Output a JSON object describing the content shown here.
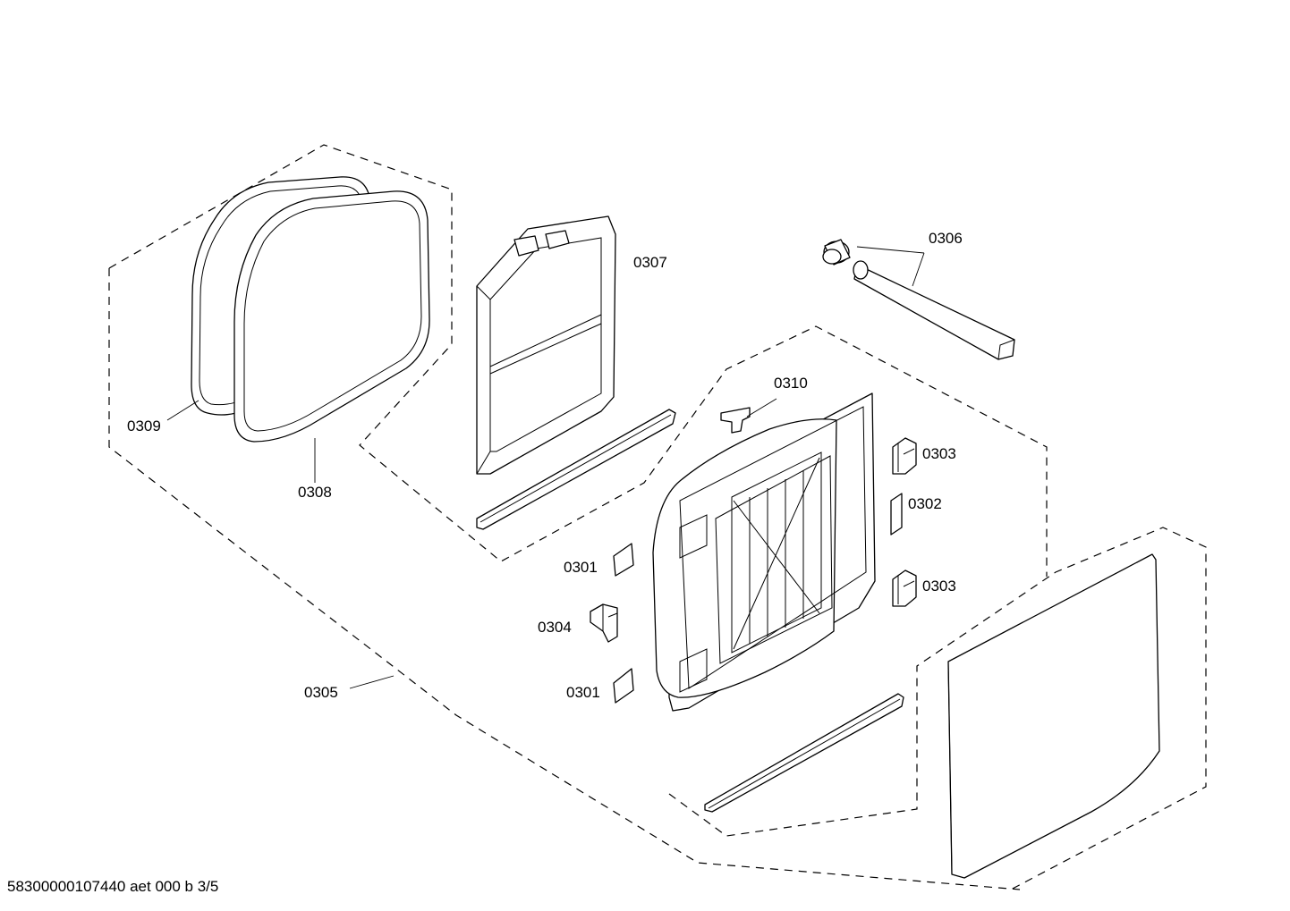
{
  "diagram": {
    "labels": {
      "p0301a": "0301",
      "p0301b": "0301",
      "p0302": "0302",
      "p0303a": "0303",
      "p0303b": "0303",
      "p0304": "0304",
      "p0305": "0305",
      "p0306": "0306",
      "p0307": "0307",
      "p0308": "0308",
      "p0309": "0309",
      "p0310": "0310"
    },
    "footer": "58300000107440 aet 000 b 3/5"
  }
}
